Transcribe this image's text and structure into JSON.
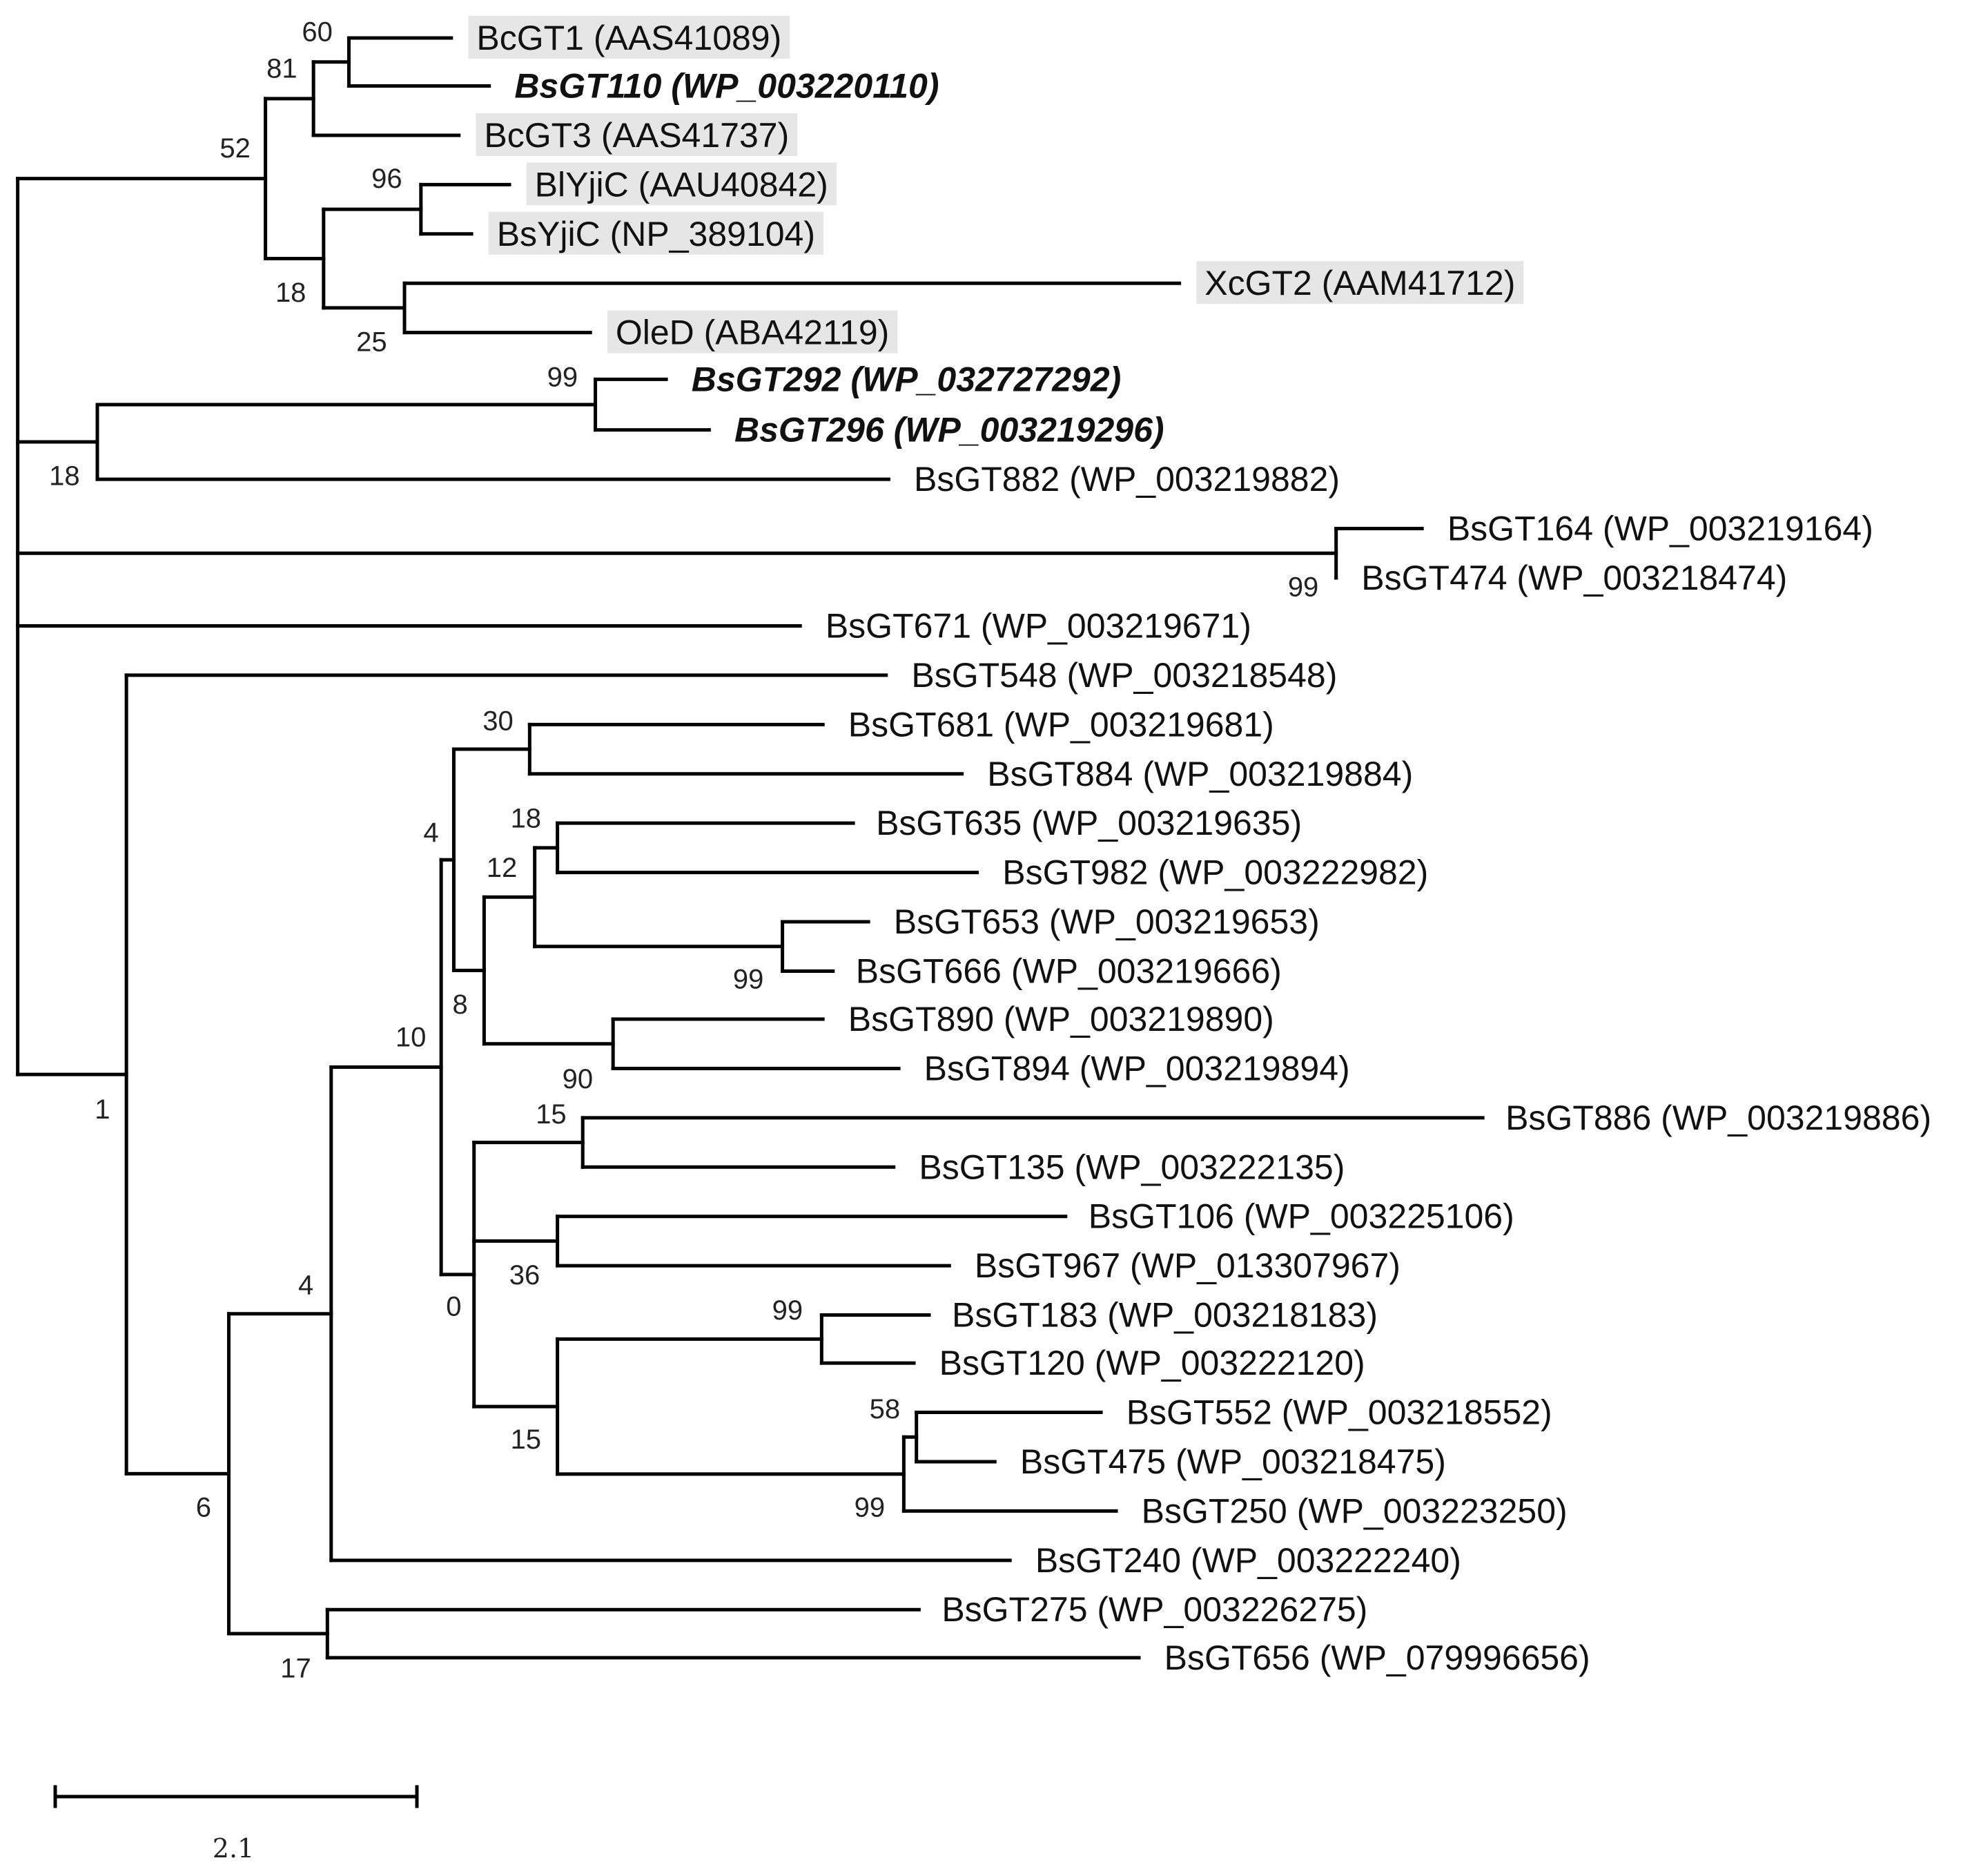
{
  "tree": {
    "leaves": [
      {
        "id": "BcGT1",
        "label": "BcGT1 (AAS41089)",
        "bold": false,
        "highlight": true
      },
      {
        "id": "BsGT110",
        "label": "BsGT110 (WP_003220110)",
        "bold": true,
        "highlight": false
      },
      {
        "id": "BcGT3",
        "label": "BcGT3 (AAS41737)",
        "bold": false,
        "highlight": true
      },
      {
        "id": "BlYjiC",
        "label": "BlYjiC (AAU40842)",
        "bold": false,
        "highlight": true
      },
      {
        "id": "BsYjiC",
        "label": "BsYjiC (NP_389104)",
        "bold": false,
        "highlight": true
      },
      {
        "id": "XcGT2",
        "label": "XcGT2 (AAM41712)",
        "bold": false,
        "highlight": true
      },
      {
        "id": "OleD",
        "label": "OleD (ABA42119)",
        "bold": false,
        "highlight": true
      },
      {
        "id": "BsGT292",
        "label": "BsGT292 (WP_032727292)",
        "bold": true,
        "highlight": false
      },
      {
        "id": "BsGT296",
        "label": "BsGT296 (WP_003219296)",
        "bold": true,
        "highlight": false
      },
      {
        "id": "BsGT882",
        "label": "BsGT882 (WP_003219882)",
        "bold": false,
        "highlight": false
      },
      {
        "id": "BsGT164",
        "label": "BsGT164 (WP_003219164)",
        "bold": false,
        "highlight": false
      },
      {
        "id": "BsGT474",
        "label": "BsGT474 (WP_003218474)",
        "bold": false,
        "highlight": false
      },
      {
        "id": "BsGT671",
        "label": "BsGT671 (WP_003219671)",
        "bold": false,
        "highlight": false
      },
      {
        "id": "BsGT548",
        "label": "BsGT548 (WP_003218548)",
        "bold": false,
        "highlight": false
      },
      {
        "id": "BsGT681",
        "label": "BsGT681 (WP_003219681)",
        "bold": false,
        "highlight": false
      },
      {
        "id": "BsGT884",
        "label": "BsGT884 (WP_003219884)",
        "bold": false,
        "highlight": false
      },
      {
        "id": "BsGT635",
        "label": "BsGT635 (WP_003219635)",
        "bold": false,
        "highlight": false
      },
      {
        "id": "BsGT982",
        "label": "BsGT982 (WP_003222982)",
        "bold": false,
        "highlight": false
      },
      {
        "id": "BsGT653",
        "label": "BsGT653 (WP_003219653)",
        "bold": false,
        "highlight": false
      },
      {
        "id": "BsGT666",
        "label": "BsGT666 (WP_003219666)",
        "bold": false,
        "highlight": false
      },
      {
        "id": "BsGT890",
        "label": "BsGT890 (WP_003219890)",
        "bold": false,
        "highlight": false
      },
      {
        "id": "BsGT894",
        "label": "BsGT894 (WP_003219894)",
        "bold": false,
        "highlight": false
      },
      {
        "id": "BsGT886",
        "label": "BsGT886 (WP_003219886)",
        "bold": false,
        "highlight": false
      },
      {
        "id": "BsGT135",
        "label": "BsGT135 (WP_003222135)",
        "bold": false,
        "highlight": false
      },
      {
        "id": "BsGT106",
        "label": "BsGT106 (WP_003225106)",
        "bold": false,
        "highlight": false
      },
      {
        "id": "BsGT967",
        "label": "BsGT967 (WP_013307967)",
        "bold": false,
        "highlight": false
      },
      {
        "id": "BsGT183",
        "label": "BsGT183 (WP_003218183)",
        "bold": false,
        "highlight": false
      },
      {
        "id": "BsGT120",
        "label": "BsGT120 (WP_003222120)",
        "bold": false,
        "highlight": false
      },
      {
        "id": "BsGT552",
        "label": "BsGT552 (WP_003218552)",
        "bold": false,
        "highlight": false
      },
      {
        "id": "BsGT475",
        "label": "BsGT475 (WP_003218475)",
        "bold": false,
        "highlight": false
      },
      {
        "id": "BsGT250",
        "label": "BsGT250 (WP_003223250)",
        "bold": false,
        "highlight": false
      },
      {
        "id": "BsGT240",
        "label": "BsGT240 (WP_003222240)",
        "bold": false,
        "highlight": false
      },
      {
        "id": "BsGT275",
        "label": "BsGT275 (WP_003226275)",
        "bold": false,
        "highlight": false
      },
      {
        "id": "BsGT656",
        "label": "BsGT656 (WP_079996656)",
        "bold": false,
        "highlight": false
      }
    ],
    "bootstrap_values": {
      "n_bc1_bs110": "60",
      "n_bc_group": "81",
      "n_yjic": "96",
      "n_xc_oled": "25",
      "n_yjic_xc": "18",
      "n_top": "52",
      "n_292_296": "99",
      "n_bs_882": "18",
      "n_164_474": "99",
      "n_681_884": "30",
      "n_635_982": "18",
      "n_653_666": "99",
      "n_12": "12",
      "n_890_894": "90",
      "n_8": "8",
      "n_4a": "4",
      "n_886_135": "15",
      "n_106_967": "36",
      "n_183_120": "99",
      "n_552_475": "58",
      "n_552_250": "99",
      "n_15b": "15",
      "n_0": "0",
      "n_10": "10",
      "n_4b": "4",
      "n_275_656": "17",
      "n_6": "6",
      "n_1": "1"
    },
    "scale_bar": {
      "label": "2.1",
      "value": 2.1
    }
  },
  "colors": {
    "branch": "#000000",
    "highlight": "#e6e6e6",
    "text": "#111111"
  }
}
